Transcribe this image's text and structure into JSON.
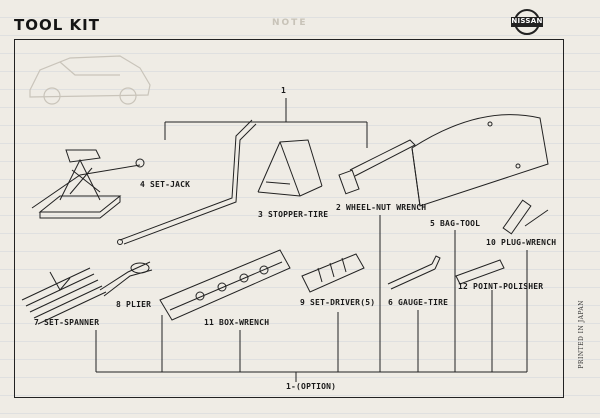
{
  "header": {
    "title": "TOOL KIT",
    "note": "NOTE",
    "logo_text": "NISSAN"
  },
  "labels": {
    "main_number": "1",
    "option": "1-(OPTION)",
    "set_jack": "4  SET-JACK",
    "stopper_tire": "3  STOPPER-TIRE",
    "wheel_nut_wrench": "2  WHEEL-NUT WRENCH",
    "bag_tool": "5  BAG-TOOL",
    "plug_wrench": "10  PLUG-WRENCH",
    "set_spanner": "7  SET-SPANNER",
    "plier": "8  PLIER",
    "box_wrench": "11  BOX-WRENCH",
    "set_driver": "9  SET-DRIVER(5)",
    "gauge_tire": "6  GAUGE-TIRE",
    "point_polisher": "12  POINT-POLISHER"
  },
  "footer": {
    "printed": "PRINTED IN JAPAN"
  }
}
